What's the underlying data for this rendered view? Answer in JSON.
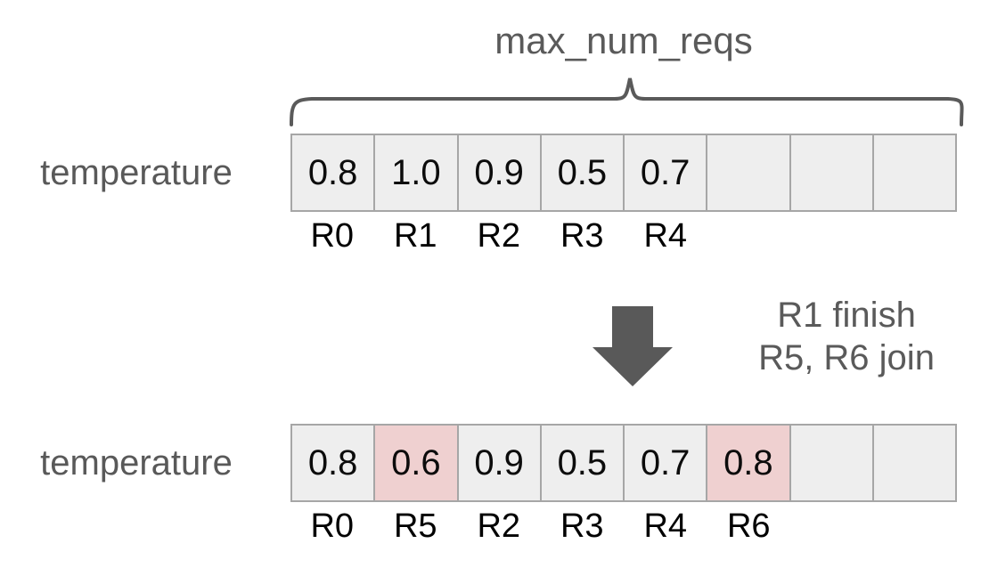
{
  "diagram": {
    "title": "max_num_reqs",
    "brace_icon": "curly-brace-top-icon",
    "arrow_icon": "arrow-down-icon",
    "colors": {
      "cell_fill": "#eeeeee",
      "cell_highlight": "#efd0d0",
      "cell_border": "#a6a6a6",
      "label_text": "#595959",
      "value_text": "#0c0c0c",
      "arrow": "#595959",
      "background": "#ffffff"
    },
    "num_slots": 8,
    "before": {
      "row_label": "temperature",
      "cells": [
        {
          "value": "0.8",
          "highlight": false
        },
        {
          "value": "1.0",
          "highlight": false
        },
        {
          "value": "0.9",
          "highlight": false
        },
        {
          "value": "0.5",
          "highlight": false
        },
        {
          "value": "0.7",
          "highlight": false
        },
        {
          "value": "",
          "highlight": false
        },
        {
          "value": "",
          "highlight": false
        },
        {
          "value": "",
          "highlight": false
        }
      ],
      "tags": [
        "R0",
        "R1",
        "R2",
        "R3",
        "R4",
        "",
        "",
        ""
      ]
    },
    "transition": {
      "lines": [
        "R1 finish",
        "R5, R6 join"
      ]
    },
    "after": {
      "row_label": "temperature",
      "cells": [
        {
          "value": "0.8",
          "highlight": false
        },
        {
          "value": "0.6",
          "highlight": true
        },
        {
          "value": "0.9",
          "highlight": false
        },
        {
          "value": "0.5",
          "highlight": false
        },
        {
          "value": "0.7",
          "highlight": false
        },
        {
          "value": "0.8",
          "highlight": true
        },
        {
          "value": "",
          "highlight": false
        },
        {
          "value": "",
          "highlight": false
        }
      ],
      "tags": [
        "R0",
        "R5",
        "R2",
        "R3",
        "R4",
        "R6",
        "",
        ""
      ]
    }
  }
}
